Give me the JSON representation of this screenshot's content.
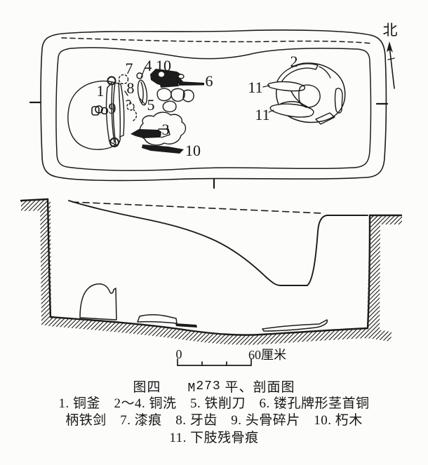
{
  "figure": {
    "north_label": "北"
  },
  "plan": {
    "labels": [
      "1",
      "7",
      "4",
      "10",
      "6",
      "8",
      "9",
      "5",
      "3",
      "10",
      "2",
      "11",
      "11"
    ]
  },
  "scale_bar": {
    "zero": "0",
    "max": "60厘米"
  },
  "caption": {
    "figure_no": "图四",
    "tomb_prefix": "M",
    "tomb_number": "273",
    "title_suffix": "平、剖面图"
  },
  "legend": {
    "items": [
      {
        "num": "1",
        "label": "铜釜"
      },
      {
        "num": "2～4",
        "label": "铜洗"
      },
      {
        "num": "5",
        "label": "铁削刀"
      },
      {
        "num": "6",
        "label": "镂孔牌形茎首铜柄铁剑"
      },
      {
        "num": "7",
        "label": "漆痕"
      },
      {
        "num": "8",
        "label": "牙齿"
      },
      {
        "num": "9",
        "label": "头骨碎片"
      },
      {
        "num": "10",
        "label": "朽木"
      },
      {
        "num": "11",
        "label": "下肢残骨痕"
      }
    ],
    "display_lines": [
      "1. 铜釜　2～4. 铜洗　5. 铁削刀　6. 镂孔牌形茎首铜",
      "柄铁剑　7. 漆痕　8. 牙齿　9. 头骨碎片　10. 朽木",
      "11. 下肢残骨痕"
    ]
  },
  "colors": {
    "ink": "#1b1b1b",
    "background": "#fcfcfa"
  }
}
